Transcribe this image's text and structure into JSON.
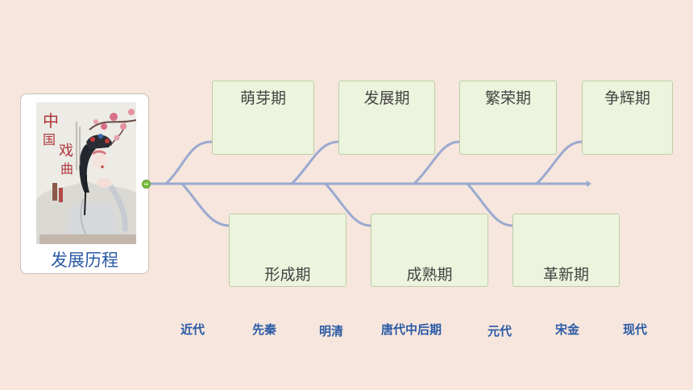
{
  "root": {
    "label": "发展历程",
    "poster_text": "中国戏曲"
  },
  "stages_top": [
    "萌芽期",
    "发展期",
    "繁荣期",
    "争辉期"
  ],
  "stages_bottom": [
    "形成期",
    "成熟期",
    "革新期"
  ],
  "eras": [
    "近代",
    "先秦",
    "明清",
    "唐代中后期",
    "元代",
    "宋金",
    "现代"
  ],
  "colors": {
    "background": "#f6e6dd",
    "node_fill": "#ecf4dd",
    "line": "#9aa9cf",
    "text_blue": "#2a5aa6"
  }
}
